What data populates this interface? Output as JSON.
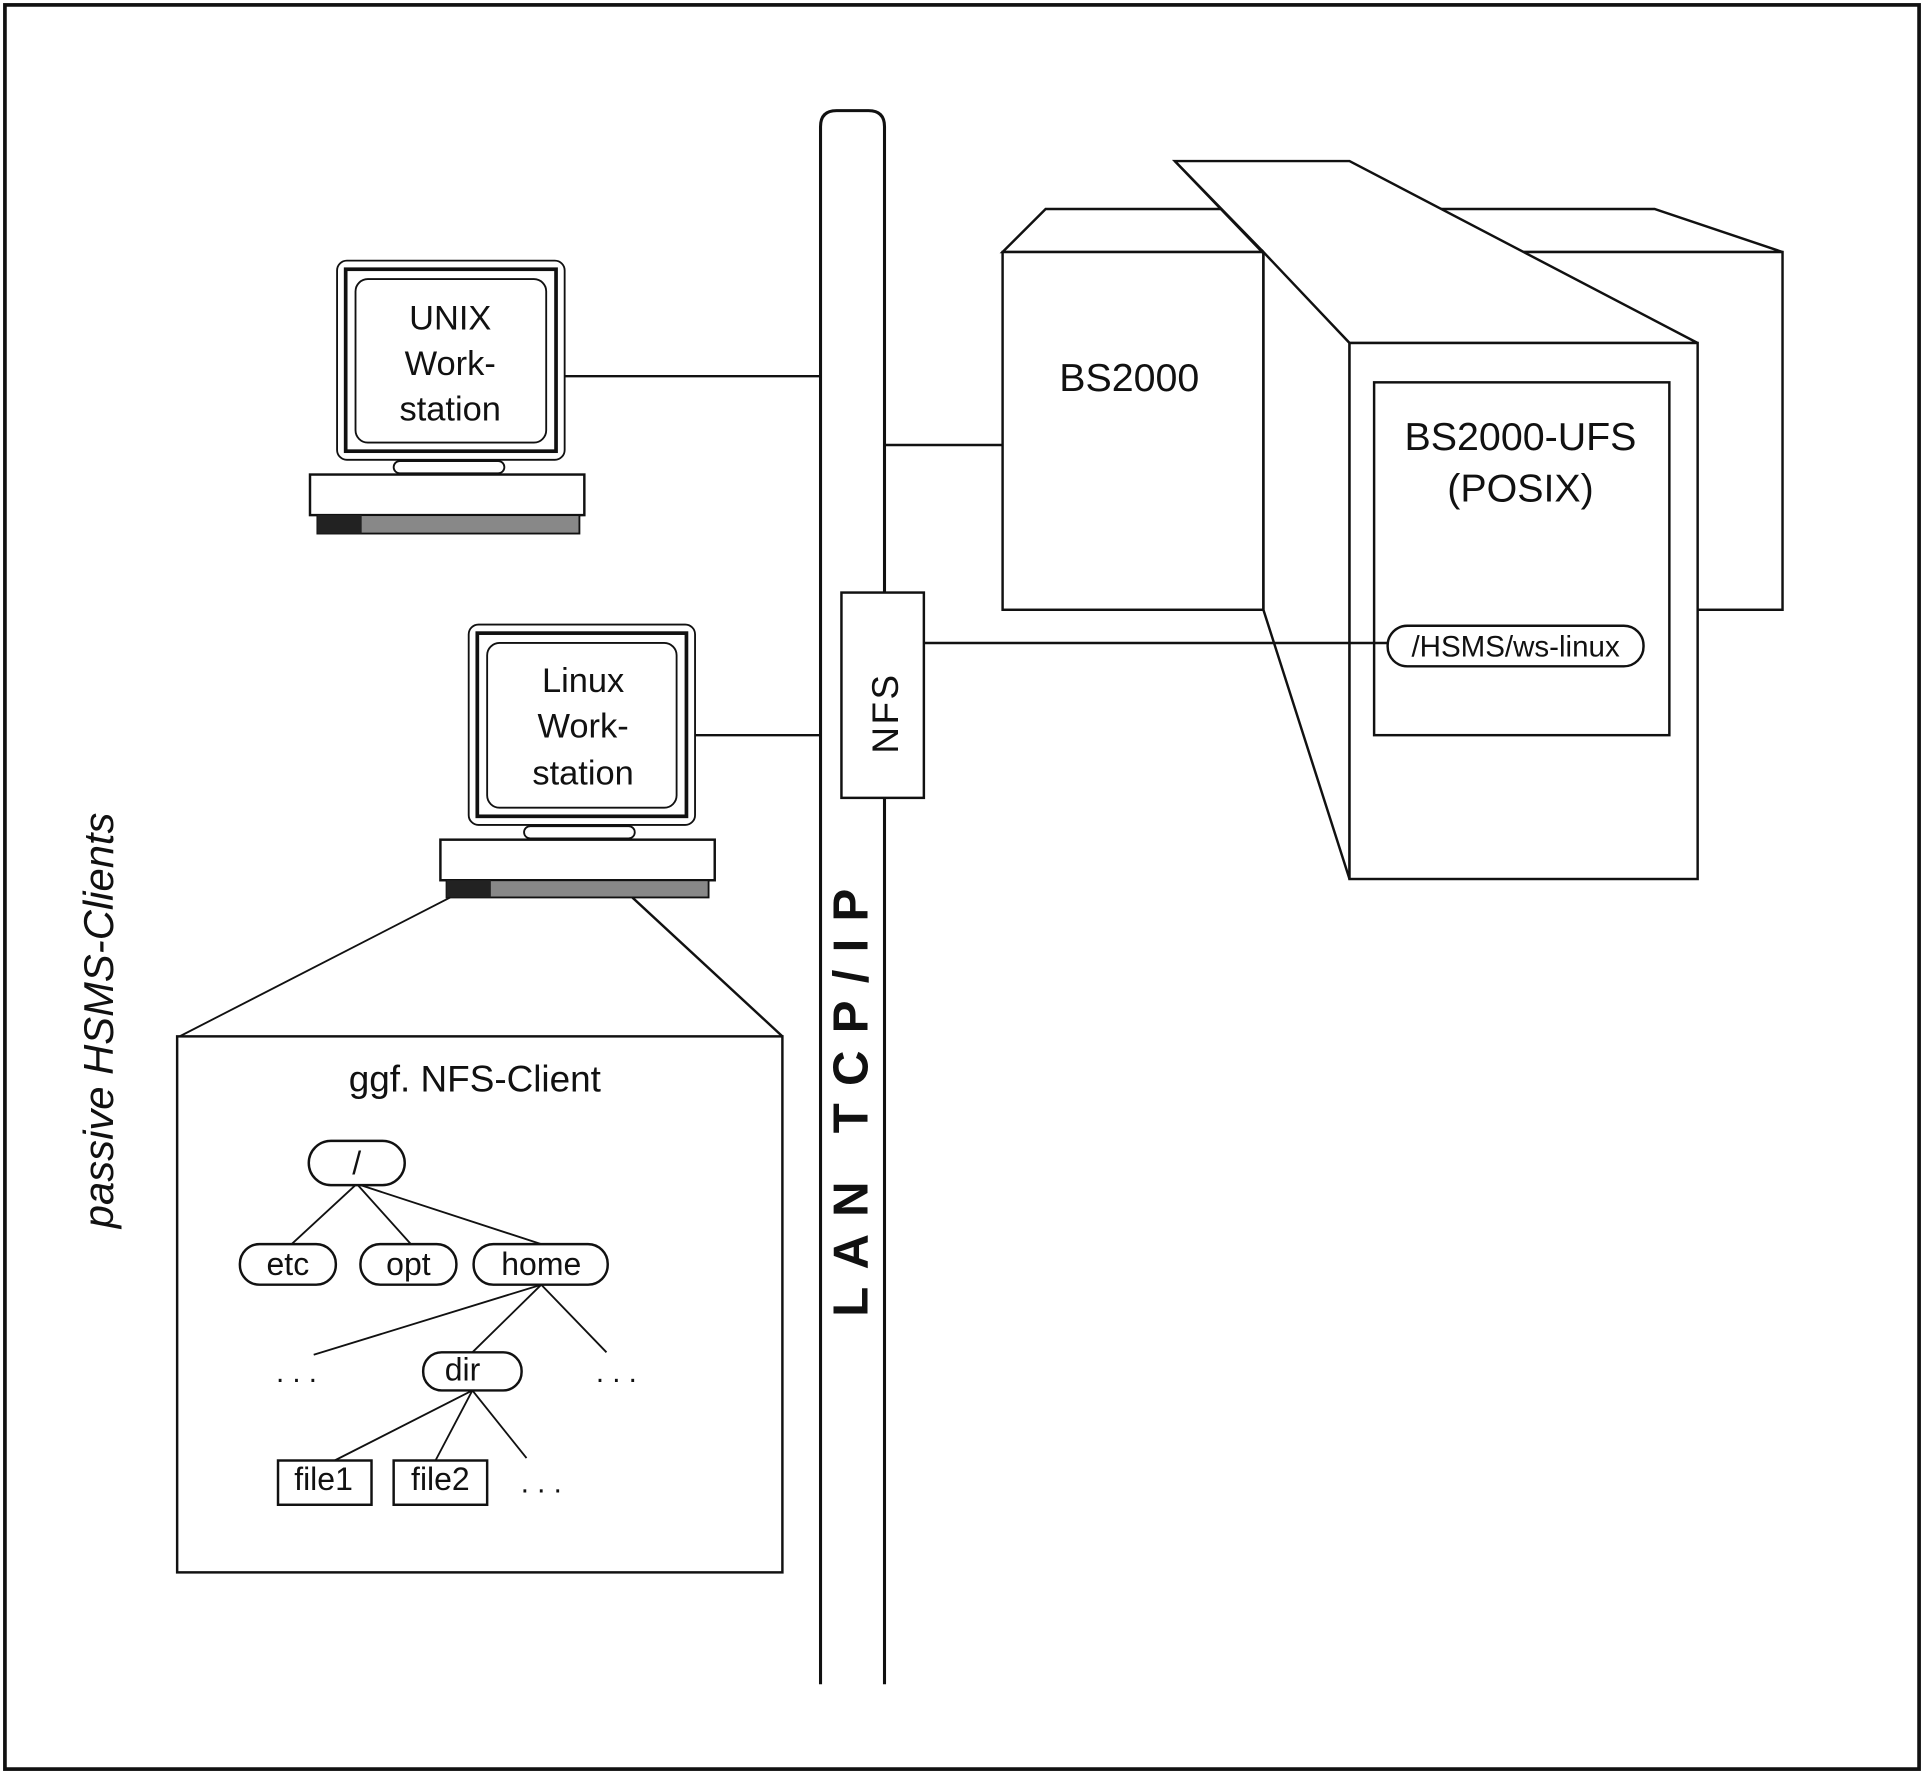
{
  "unix_workstation": {
    "line1": "UNIX",
    "line2": "Work-",
    "line3": "station"
  },
  "linux_workstation": {
    "line1": "Linux",
    "line2": "Work-",
    "line3": "station"
  },
  "bs2000": {
    "label": "BS2000"
  },
  "ufs": {
    "line1": "BS2000-UFS",
    "line2": "(POSIX)",
    "mount": "/HSMS/ws-linux"
  },
  "lan": {
    "label": "LAN  TCP/IP",
    "nfs_label": "NFS"
  },
  "side_label": "passive HSMS-Clients",
  "client_box": {
    "title": "ggf. NFS-Client",
    "tree": {
      "root": "/",
      "etc": "etc",
      "opt": "opt",
      "home": "home",
      "dir": "dir",
      "file1": "file1",
      "file2": "file2",
      "ellipsis": ". . ."
    }
  },
  "colors": {
    "line": "#111111",
    "screen_bg": "#ffffff",
    "base_stripe": "#888888"
  }
}
